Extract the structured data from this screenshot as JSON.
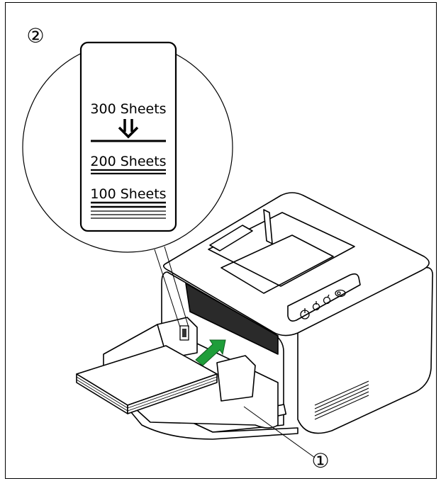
{
  "callouts": {
    "label_2": "②",
    "label_1": "①"
  },
  "level_card": {
    "max_label": "300 Sheets",
    "mid_label": "200 Sheets",
    "low_label": "100 Sheets"
  },
  "colors": {
    "arrow": "#1f9e3a",
    "line": "#000000",
    "background": "#ffffff"
  },
  "icons": [
    "power-icon",
    "start-icon",
    "stop-icon",
    "skip-icon",
    "down-arrow-icon",
    "insert-arrow-icon"
  ]
}
